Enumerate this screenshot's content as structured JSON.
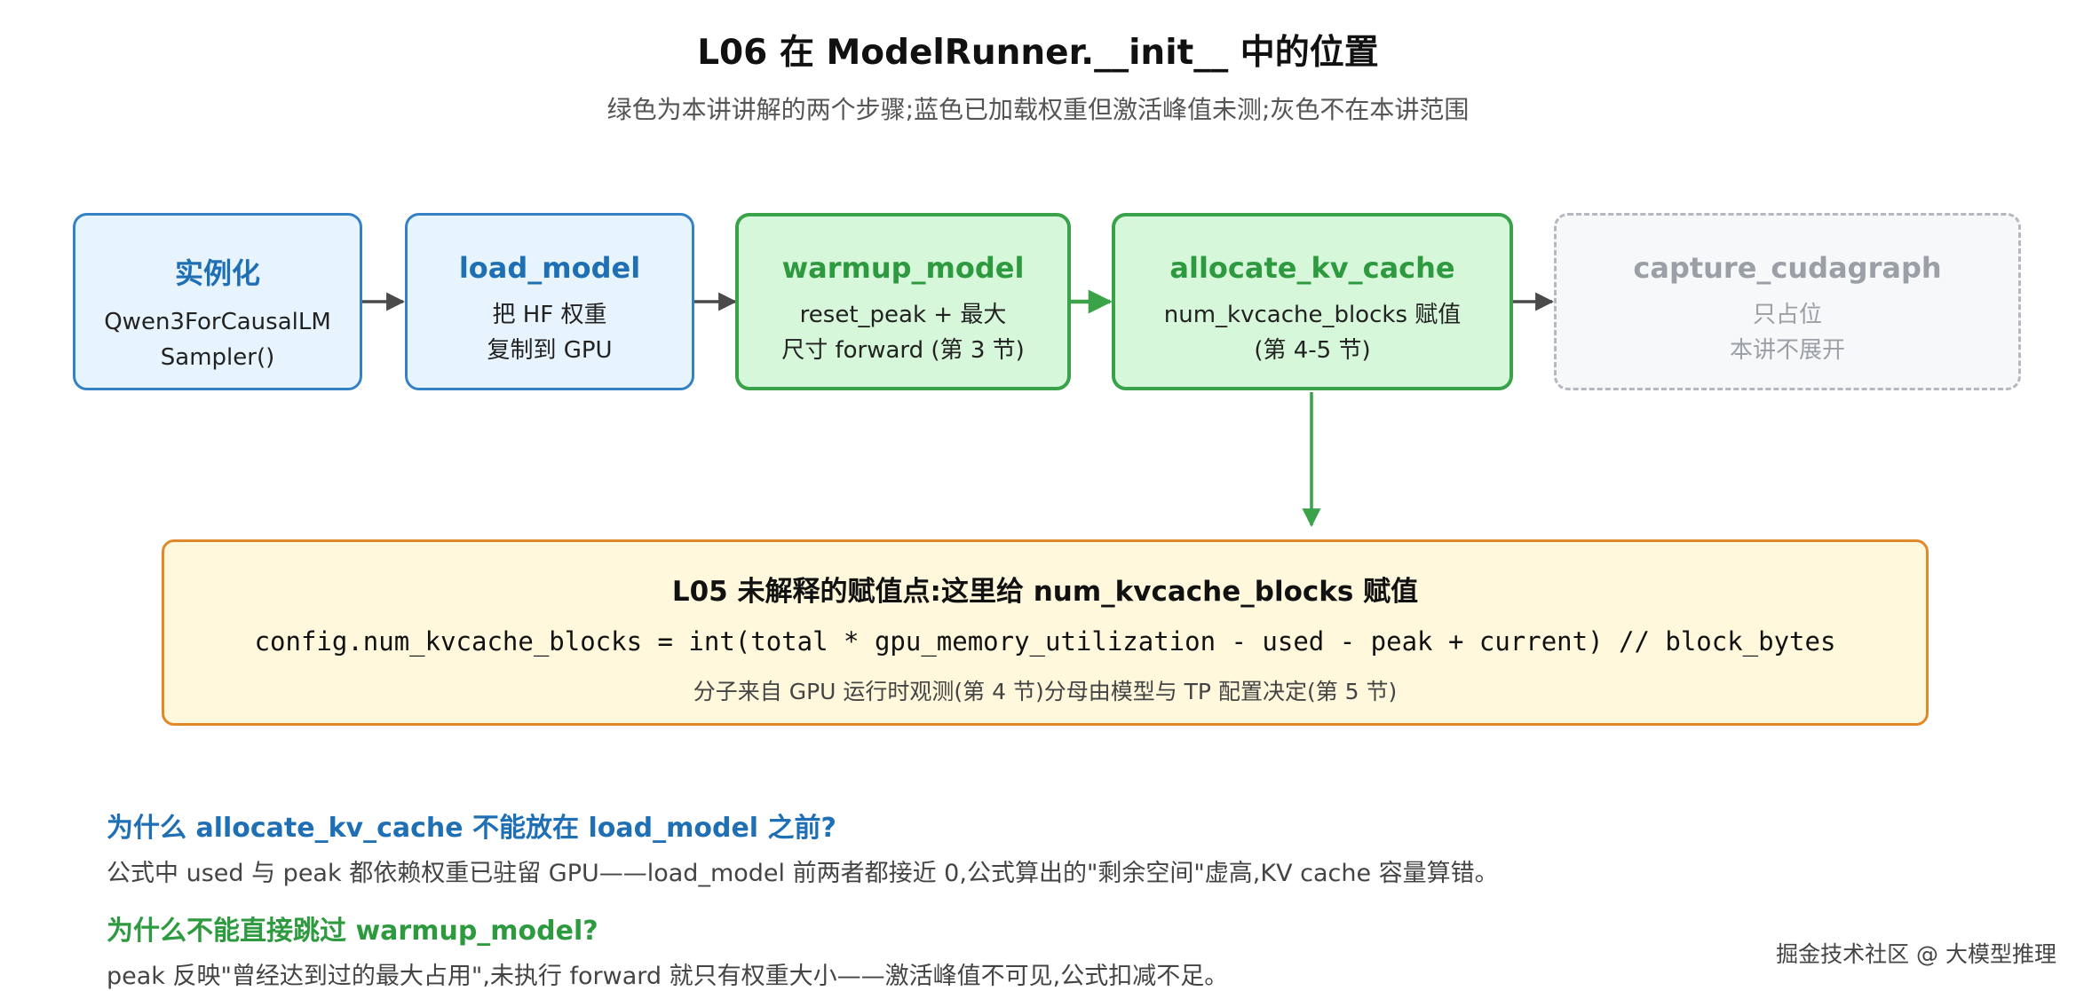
{
  "title": "L06 在 ModelRunner.__init__ 中的位置",
  "subtitle": "绿色为本讲讲解的两个步骤;蓝色已加载权重但激活峰值未测;灰色不在本讲范围",
  "steps": [
    {
      "name": "实例化",
      "desc1": "Qwen3ForCausalLM",
      "desc2": "Sampler()"
    },
    {
      "name": "load_model",
      "desc1": "把 HF 权重",
      "desc2": "复制到 GPU"
    },
    {
      "name": "warmup_model",
      "desc1": "reset_peak + 最大",
      "desc2": "尺寸 forward (第 3 节)"
    },
    {
      "name": "allocate_kv_cache",
      "desc1": "num_kvcache_blocks 赋值",
      "desc2": "(第 4-5 节)"
    },
    {
      "name": "capture_cudagraph",
      "desc1": "只占位",
      "desc2": "本讲不展开"
    }
  ],
  "formula": {
    "title": "L05 未解释的赋值点:这里给 num_kvcache_blocks 赋值",
    "code": "config.num_kvcache_blocks = int(total * gpu_memory_utilization - used - peak + current) // block_bytes",
    "note": "分子来自 GPU 运行时观测(第 4 节)分母由模型与 TP 配置决定(第 5 节)"
  },
  "qa": [
    {
      "question": "为什么 allocate_kv_cache 不能放在 load_model 之前?",
      "answer": "公式中 used 与 peak 都依赖权重已驻留 GPU——load_model 前两者都接近 0,公式算出的\"剩余空间\"虚高,KV cache 容量算错。"
    },
    {
      "question": "为什么不能直接跳过 warmup_model?",
      "answer": "peak 反映\"曾经达到过的最大占用\",未执行 forward 就只有权重大小——激活峰值不可见,公式扣减不足。"
    }
  ],
  "watermark": "掘金技术社区 @ 大模型推理",
  "colors": {
    "blue_border": "#3481c6",
    "blue_fill": "#e7f4fd",
    "green_border": "#3aa34a",
    "green_fill": "#d6f7d9",
    "gray_border": "#b5b9bf",
    "orange_border": "#e0892b",
    "yellow_fill": "#fff8dc"
  }
}
